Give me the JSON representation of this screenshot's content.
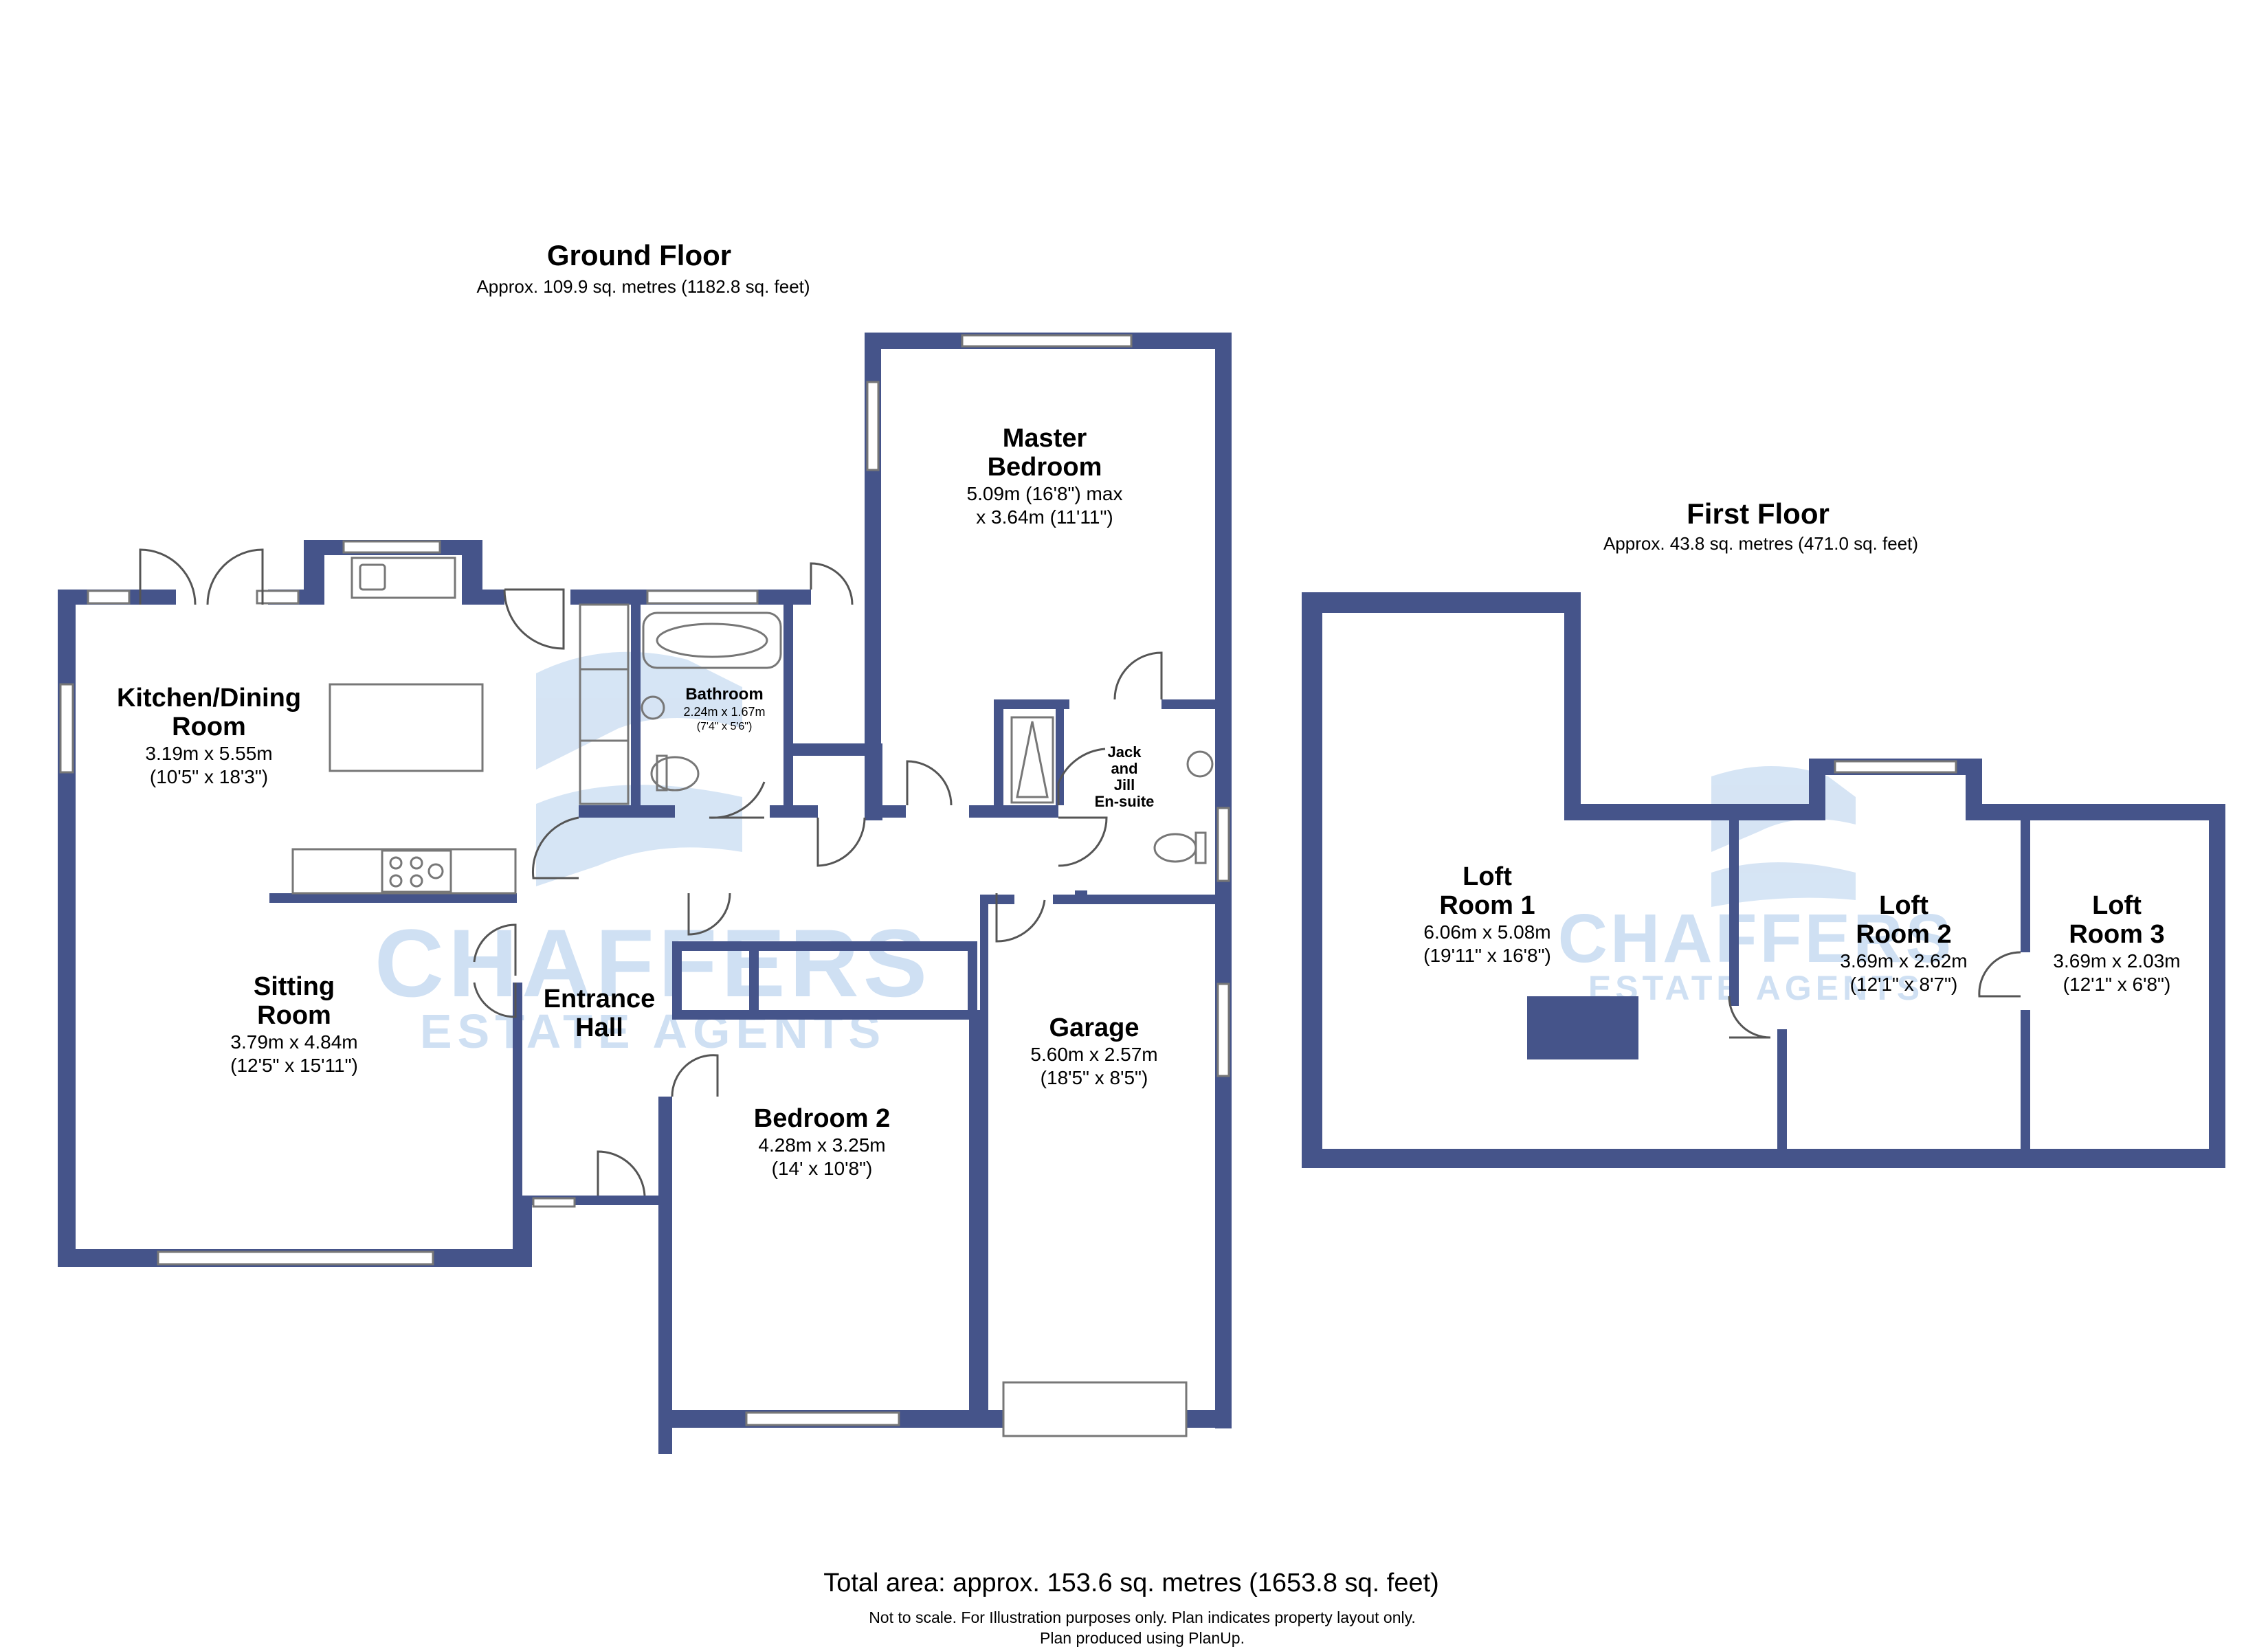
{
  "ground_floor": {
    "title": "Ground Floor",
    "area": "Approx. 109.9 sq. metres (1182.8 sq. feet)",
    "rooms": {
      "master_bedroom": {
        "name1": "Master",
        "name2": "Bedroom",
        "dim1": "5.09m (16'8\") max",
        "dim2": "x 3.64m (11'11\")"
      },
      "kitchen": {
        "name1": "Kitchen/Dining",
        "name2": "Room",
        "dim1": "3.19m x 5.55m",
        "dim2": "(10'5\" x 18'3\")"
      },
      "bathroom": {
        "name": "Bathroom",
        "dim1": "2.24m x 1.67m",
        "dim2": "(7'4\" x 5'6\")"
      },
      "ensuite": {
        "name1": "Jack",
        "name2": "and",
        "name3": "Jill",
        "name4": "En-suite"
      },
      "sitting": {
        "name1": "Sitting",
        "name2": "Room",
        "dim1": "3.79m x 4.84m",
        "dim2": "(12'5\" x 15'11\")"
      },
      "hall": {
        "name1": "Entrance",
        "name2": "Hall"
      },
      "garage": {
        "name": "Garage",
        "dim1": "5.60m x 2.57m",
        "dim2": "(18'5\" x 8'5\")"
      },
      "bedroom2": {
        "name": "Bedroom 2",
        "dim1": "4.28m x 3.25m",
        "dim2": "(14' x 10'8\")"
      }
    }
  },
  "first_floor": {
    "title": "First Floor",
    "area": "Approx. 43.8 sq. metres (471.0 sq. feet)",
    "rooms": {
      "loft1": {
        "name1": "Loft",
        "name2": "Room 1",
        "dim1": "6.06m x 5.08m",
        "dim2": "(19'11\" x 16'8\")"
      },
      "loft2": {
        "name1": "Loft",
        "name2": "Room 2",
        "dim1": "3.69m x 2.62m",
        "dim2": "(12'1\" x 8'7\")"
      },
      "loft3": {
        "name1": "Loft",
        "name2": "Room 3",
        "dim1": "3.69m x 2.03m",
        "dim2": "(12'1\" x 6'8\")"
      }
    }
  },
  "watermark": {
    "line1": "CHAFFERS",
    "line2": "ESTATE AGENTS"
  },
  "footer": {
    "total": "Total area: approx. 153.6 sq. metres (1653.8 sq. feet)",
    "note1": "Not to scale. For Illustration purposes only. Plan indicates property layout only.",
    "note2": "Plan produced using PlanUp."
  },
  "colors": {
    "wall": "#45548a",
    "watermark": "#cfe0f3",
    "fixture": "#888888"
  }
}
